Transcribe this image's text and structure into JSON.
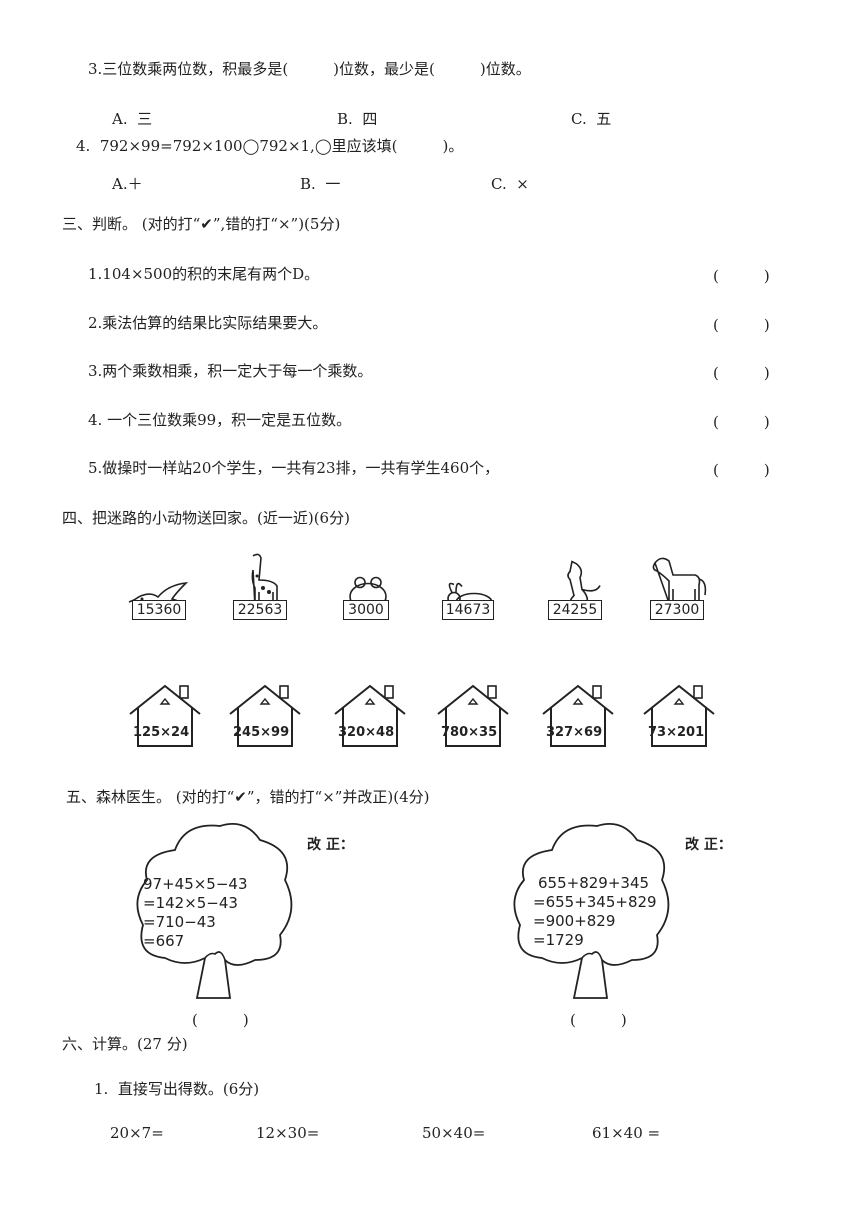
{
  "q3": {
    "stem": "3.三位数乘两位数，积最多是(　　　)位数，最少是(　　　)位数。",
    "options": [
      "A.  三",
      "B.  四",
      "C.  五"
    ]
  },
  "q4": {
    "stem": "4.  792×99=792×100◯792×1,◯里应该填(　　　)。",
    "options": [
      "A.＋",
      "B.  一",
      "C.  ×"
    ]
  },
  "section3": {
    "title": "三、判断。 (对的打“✔”,错的打“×”)(5分)",
    "items": [
      "1.104×500的积的末尾有两个D。",
      "2.乘法估算的结果比实际结果要大。",
      "3.两个乘数相乘，积一定大于每一个乘数。",
      "4. 一个三位数乘99，积一定是五位数。",
      "5.做操时一样站20个学生，一共有23排，一共有学生460个，"
    ],
    "paren": "(　　　)"
  },
  "section4": {
    "title": "四、把迷路的小动物送回家。(近一近)(6分)",
    "animals": [
      {
        "icon": "bird-icon",
        "number": "15360"
      },
      {
        "icon": "giraffe-icon",
        "number": "22563"
      },
      {
        "icon": "frog-icon",
        "number": "3000"
      },
      {
        "icon": "rabbit-icon",
        "number": "14673"
      },
      {
        "icon": "kangaroo-icon",
        "number": "24255"
      },
      {
        "icon": "horse-icon",
        "number": "27300"
      }
    ],
    "houses": [
      "125×24",
      "245×99",
      "320×48",
      "780×35",
      "327×69",
      "73×201"
    ]
  },
  "section5": {
    "title": "五、森林医生。 (对的打“✔”，错的打“×”并改正)(4分)",
    "fix_label": "改 正：",
    "trees": [
      {
        "lines": [
          "97+45×5−43",
          "=142×5−43",
          "=710−43",
          "=667"
        ],
        "paren": "(　　　)"
      },
      {
        "lines": [
          "655+829+345",
          "=655+345+829",
          "=900+829",
          "=1729"
        ],
        "paren": "(　　　)"
      }
    ]
  },
  "section6": {
    "title": "六、计算。(27 分)",
    "sub1": "1.  直接写出得数。(6分)",
    "problems": [
      "20×7=",
      "12×30=",
      "50×40=",
      "61×40 ="
    ]
  }
}
